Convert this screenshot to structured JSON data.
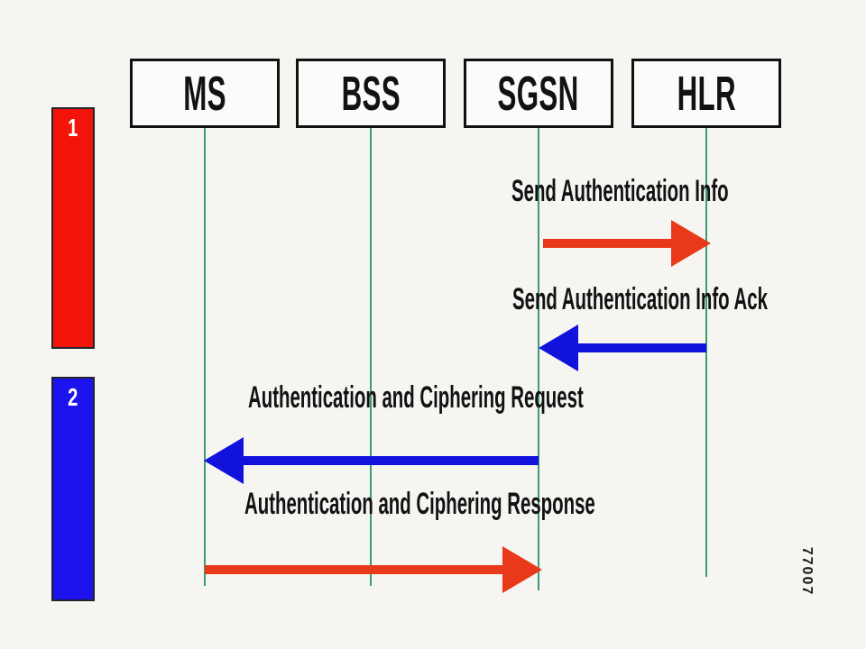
{
  "diagram": {
    "entities": [
      {
        "label": "MS"
      },
      {
        "label": "BSS"
      },
      {
        "label": "SGSN"
      },
      {
        "label": "HLR"
      }
    ],
    "phases": [
      {
        "label": "1",
        "color": "#f2130a"
      },
      {
        "label": "2",
        "color": "#1c13ef"
      }
    ],
    "messages": [
      {
        "label": "Send Authentication Info",
        "from": "SGSN",
        "to": "HLR",
        "direction": "right",
        "color": "#e8391a"
      },
      {
        "label": "Send Authentication Info Ack",
        "from": "HLR",
        "to": "SGSN",
        "direction": "left",
        "color": "#1212dd"
      },
      {
        "label": "Authentication and Ciphering Request",
        "from": "SGSN",
        "to": "MS",
        "direction": "left",
        "color": "#1212dd"
      },
      {
        "label": "Authentication and Ciphering Response",
        "from": "MS",
        "to": "SGSN",
        "direction": "right",
        "color": "#e8391a"
      }
    ],
    "figure_number": "77007",
    "colors": {
      "background": "#f6f5f2",
      "box_border": "#111111",
      "lifeline_green": "#3f9b74",
      "phase1_red": "#f2130a",
      "phase2_blue": "#1c13ef",
      "arrow_red": "#e8391a",
      "arrow_blue": "#1212dd"
    }
  }
}
